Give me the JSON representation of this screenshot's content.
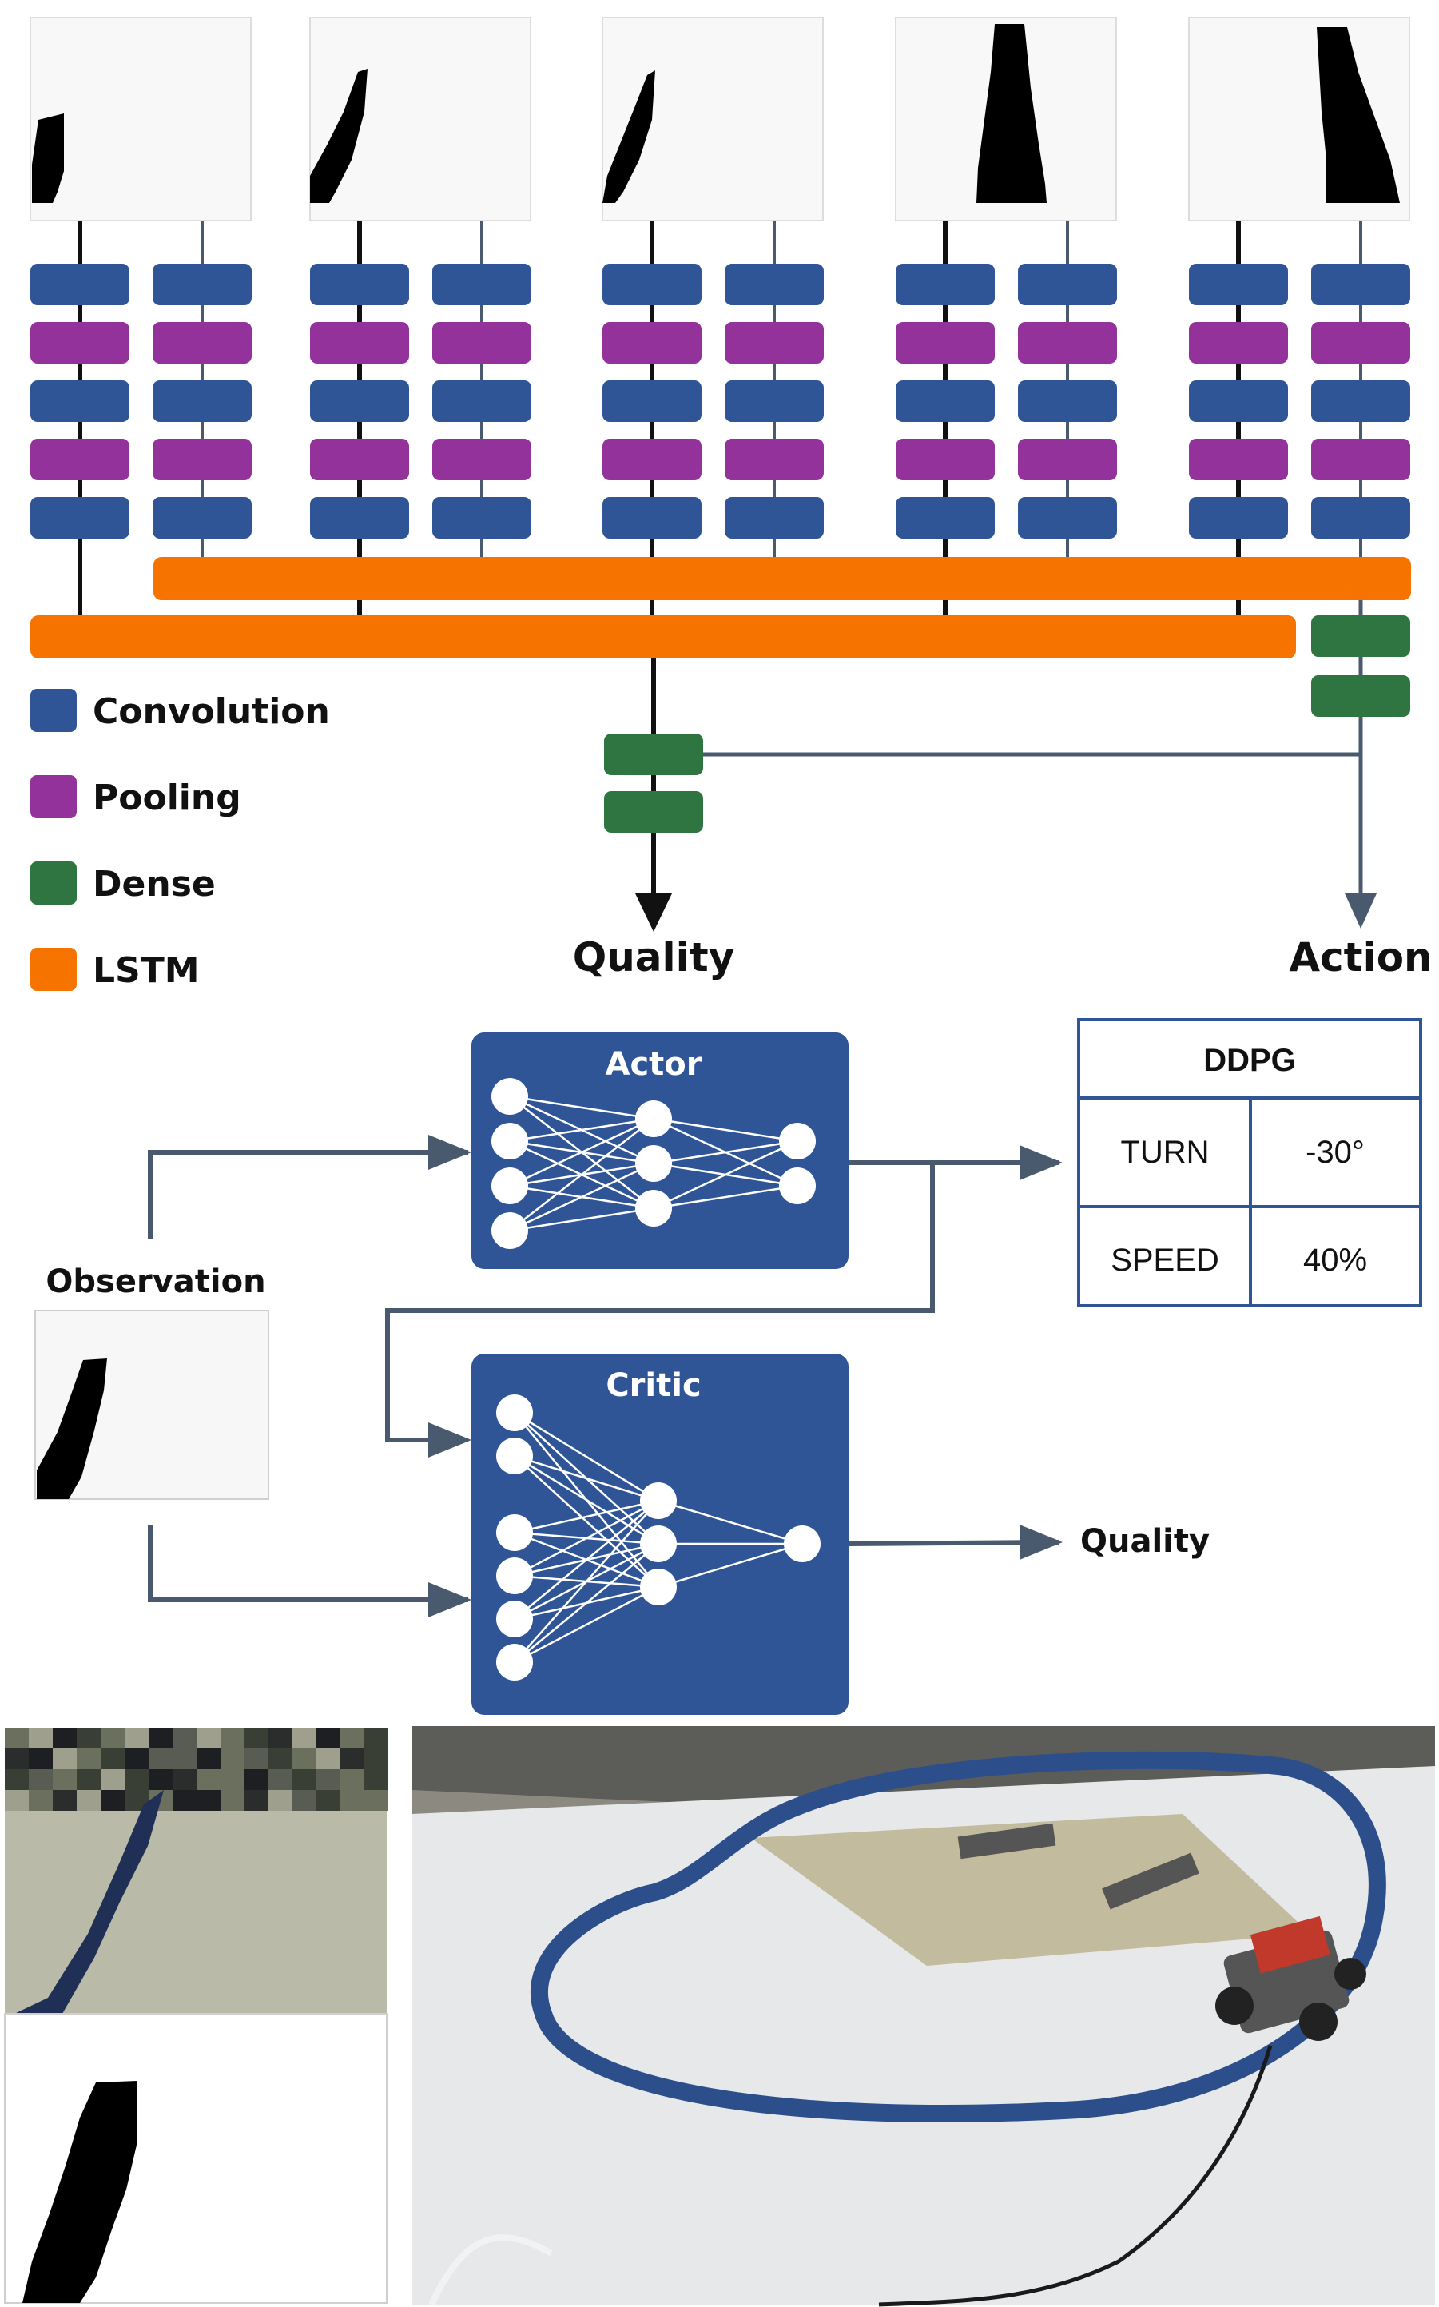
{
  "colors": {
    "convolution": "#2f5597",
    "pooling": "#92329a",
    "dense": "#2e7542",
    "lstm": "#f77300",
    "network_box": "#2f5597",
    "arrow": "#4a5a6e",
    "black_line": "#111111"
  },
  "legend": [
    {
      "label": "Convolution",
      "color_key": "convolution"
    },
    {
      "label": "Pooling",
      "color_key": "pooling"
    },
    {
      "label": "Dense",
      "color_key": "dense"
    },
    {
      "label": "LSTM",
      "color_key": "lstm"
    }
  ],
  "architecture": {
    "frame_count": 5,
    "encoder_layer_sequence": [
      "convolution",
      "pooling",
      "convolution",
      "pooling",
      "convolution"
    ],
    "critic_dense_layers": 2,
    "actor_dense_layers": 2,
    "output_quality_label": "Quality",
    "output_action_label": "Action"
  },
  "ddpg": {
    "actor_title": "Actor",
    "critic_title": "Critic",
    "observation_label": "Observation",
    "critic_output_label": "Quality",
    "actor_layer_sizes": [
      4,
      3,
      2
    ],
    "critic_layer_sizes": [
      6,
      3,
      1
    ],
    "table": {
      "header": "DDPG",
      "rows": [
        {
          "name": "TURN",
          "value": "-30°"
        },
        {
          "name": "SPEED",
          "value": "40%"
        }
      ]
    }
  },
  "photos": {
    "camera_view": "low-resolution camera frame of a taped track line",
    "binary_view": "thresholded black-and-white track mask",
    "scene": "small robot car on a white floor with a blue taped oval track"
  }
}
